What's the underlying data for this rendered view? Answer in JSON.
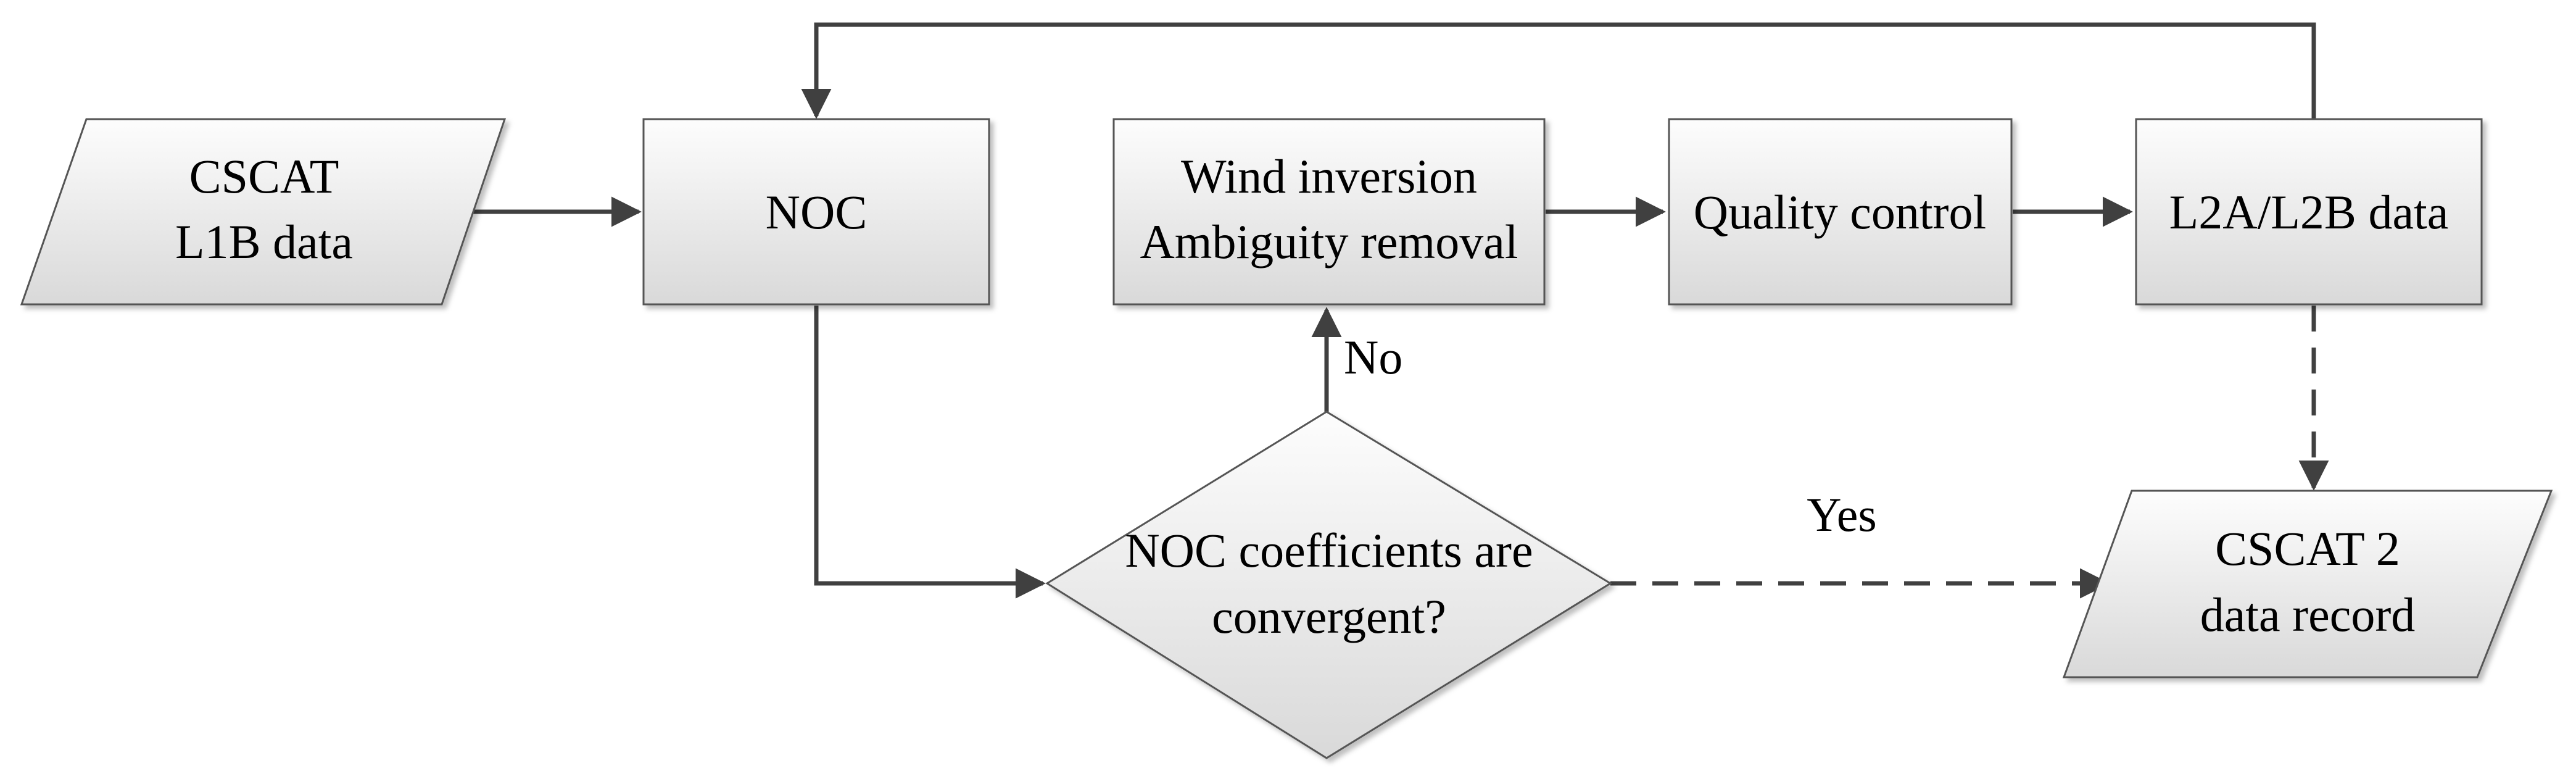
{
  "diagram": {
    "nodes": {
      "input": {
        "line1": "CSCAT",
        "line2": "L1B data"
      },
      "noc": {
        "label": "NOC"
      },
      "wind": {
        "line1": "Wind inversion",
        "line2": "Ambiguity removal"
      },
      "quality": {
        "label": "Quality control"
      },
      "l2": {
        "label": "L2A/L2B data"
      },
      "decision": {
        "line1": "NOC coefficients are",
        "line2": "convergent?"
      },
      "output": {
        "line1": "CSCAT 2",
        "line2": "data record"
      }
    },
    "edge_labels": {
      "no": "No",
      "yes": "Yes"
    },
    "colors": {
      "fill_top": "#fdfdfd",
      "fill_bottom": "#d9d9d9",
      "connector": "#404040",
      "border": "#555555"
    }
  }
}
